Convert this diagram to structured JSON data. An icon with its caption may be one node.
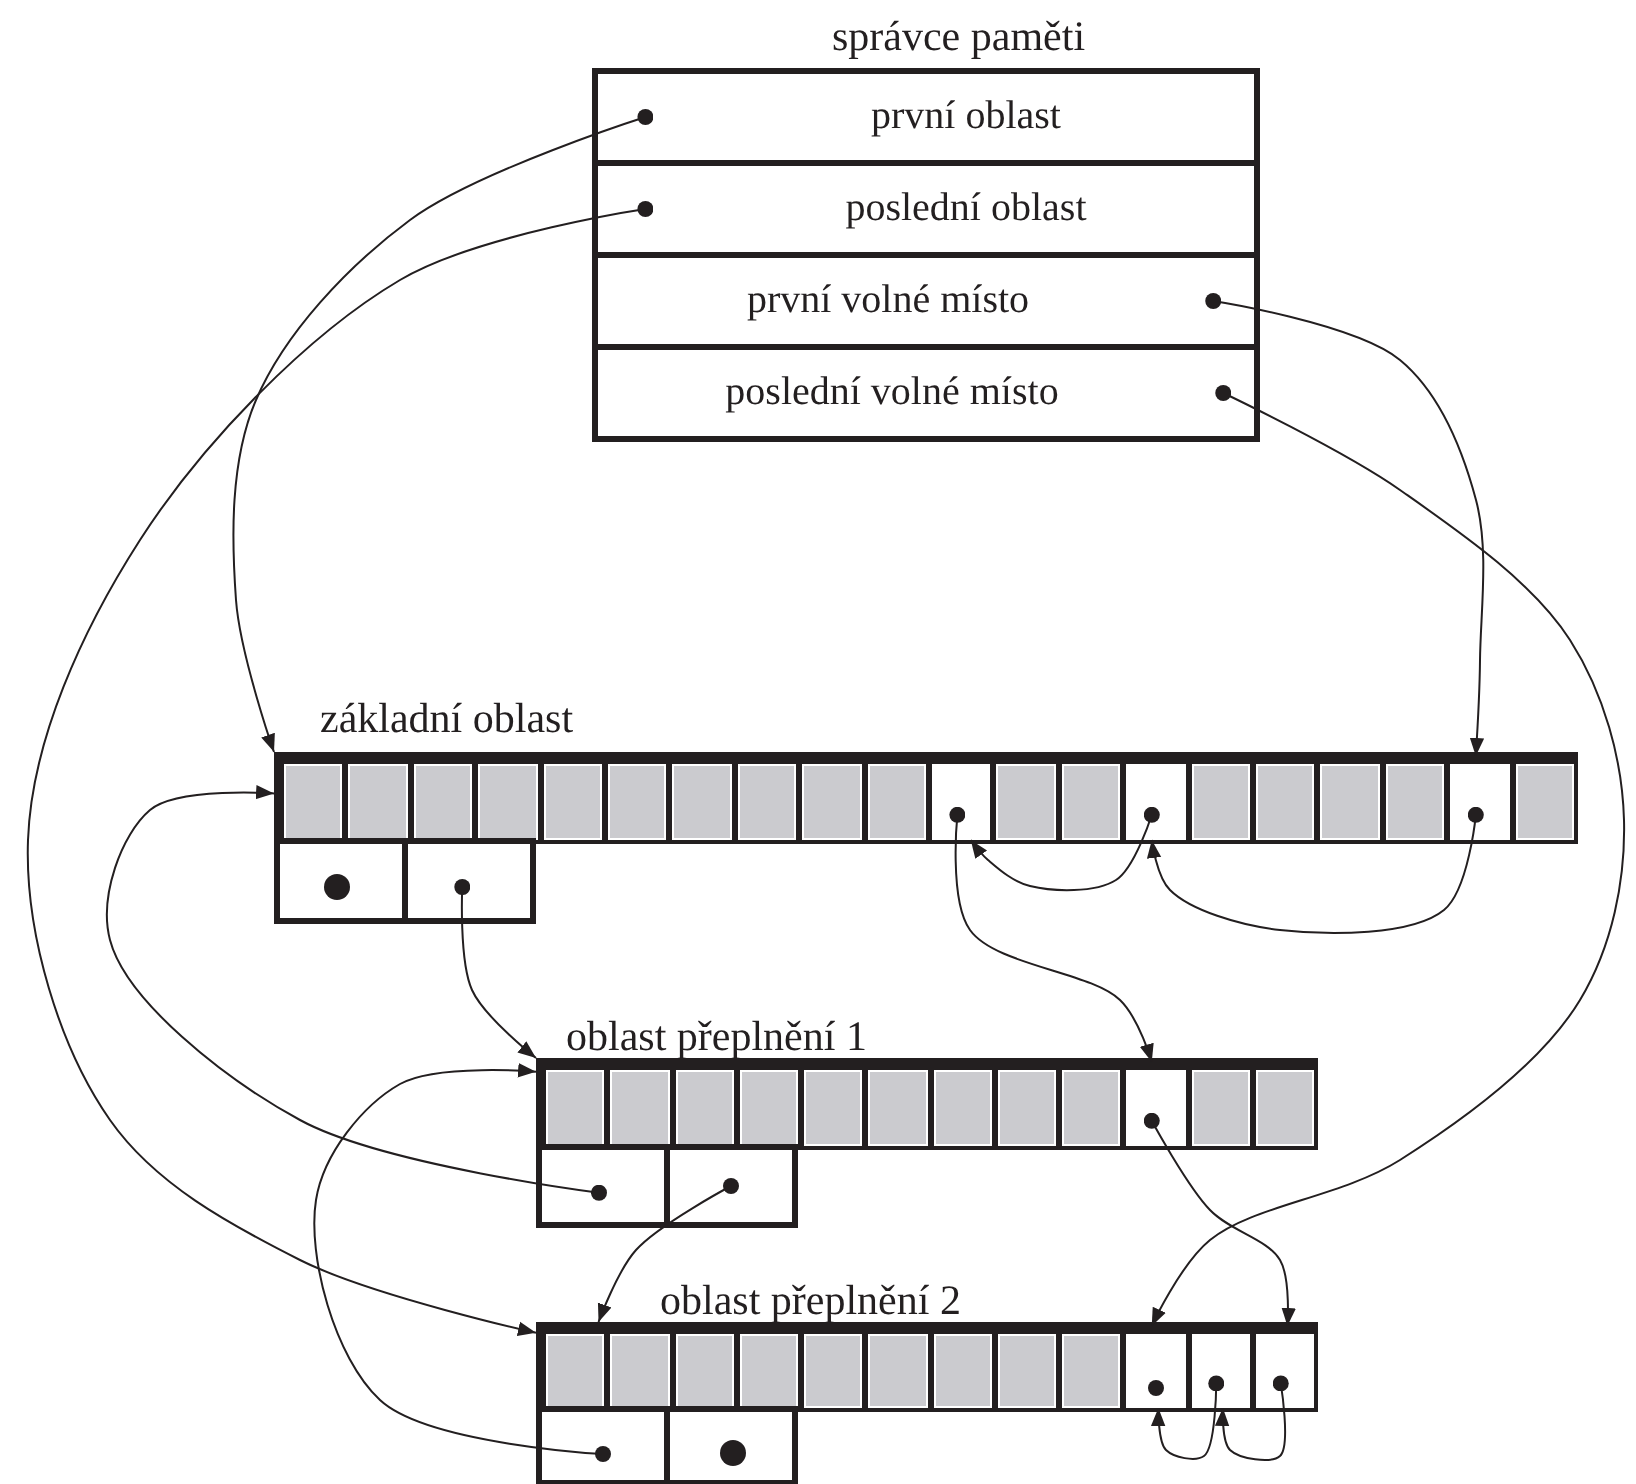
{
  "diagram": {
    "nodes": [
      {
        "text": [
          "správce paměti"
        ]
      },
      {
        "text": [
          "první oblast"
        ],
        "in": 0
      },
      {
        "text": [
          "poslední oblast"
        ],
        "in": 0
      },
      {
        "text": [
          "první volné místo"
        ],
        "in": 0
      },
      {
        "text": [
          "poslední volné místo"
        ],
        "in": 0
      },
      {
        "text": [
          "základní oblast"
        ]
      },
      {
        "text": [],
        "shape": "bar",
        "in": 5
      },
      {
        "text": [],
        "shape": "box",
        "in": 6
      },
      {
        "text": [],
        "shape": "box",
        "in": 6
      },
      {
        "text": [],
        "shape": "box",
        "in": 6
      },
      {
        "text": [],
        "shape": "box",
        "in": 6
      },
      {
        "text": [],
        "shape": "box",
        "in": 6
      },
      {
        "text": [],
        "shape": "box",
        "in": 6
      },
      {
        "text": [],
        "shape": "box",
        "in": 6
      },
      {
        "text": [],
        "shape": "box",
        "in": 6
      },
      {
        "text": [],
        "shape": "box",
        "in": 6
      },
      {
        "text": [],
        "shape": "box",
        "in": 6
      },
      {
        "text": [],
        "shape": "box",
        "in": 6
      },
      {
        "text": [],
        "shape": "box",
        "in": 6
      },
      {
        "text": [],
        "shape": "box",
        "in": 6
      },
      {
        "text": [],
        "shape": "box",
        "in": 6
      },
      {
        "text": [],
        "shape": "box",
        "in": 6
      },
      {
        "text": [],
        "shape": "box",
        "in": 6
      },
      {
        "text": [],
        "shape": "box",
        "in": 6
      },
      {
        "text": [],
        "shape": "box",
        "in": 6
      },
      {
        "text": [],
        "shape": "box",
        "in": 6
      },
      {
        "text": [],
        "shape": "box",
        "in": 6
      },
      {
        "text": [],
        "shape": "box",
        "in": 5
      },
      {
        "text": [],
        "shape": "box",
        "in": 5
      },
      {
        "text": [
          "oblast přeplnění 1"
        ]
      },
      {
        "text": [],
        "shape": "bar",
        "in": 29
      },
      {
        "text": [],
        "shape": "box",
        "in": 30
      },
      {
        "text": [],
        "shape": "box",
        "in": 30
      },
      {
        "text": [],
        "shape": "box",
        "in": 30
      },
      {
        "text": [],
        "shape": "box",
        "in": 30
      },
      {
        "text": [],
        "shape": "box",
        "in": 30
      },
      {
        "text": [],
        "shape": "box",
        "in": 30
      },
      {
        "text": [],
        "shape": "box",
        "in": 30
      },
      {
        "text": [],
        "shape": "box",
        "in": 30
      },
      {
        "text": [],
        "shape": "box",
        "in": 30
      },
      {
        "text": [],
        "shape": "box",
        "in": 30
      },
      {
        "text": [],
        "shape": "box",
        "in": 30
      },
      {
        "text": [],
        "shape": "box",
        "in": 30
      },
      {
        "text": [],
        "shape": "box",
        "in": 29
      },
      {
        "text": [],
        "shape": "box",
        "in": 29
      },
      {
        "text": [
          "oblast přeplnění 2"
        ]
      },
      {
        "text": [],
        "shape": "bar",
        "in": 45
      },
      {
        "text": [],
        "shape": "box",
        "in": 46
      },
      {
        "text": [],
        "shape": "box",
        "in": 46
      },
      {
        "text": [],
        "shape": "box",
        "in": 46
      },
      {
        "text": [],
        "shape": "box",
        "in": 46
      },
      {
        "text": [],
        "shape": "box",
        "in": 46
      },
      {
        "text": [],
        "shape": "box",
        "in": 46
      },
      {
        "text": [],
        "shape": "box",
        "in": 46
      },
      {
        "text": [],
        "shape": "box",
        "in": 46
      },
      {
        "text": [],
        "shape": "box",
        "in": 46
      },
      {
        "text": [],
        "shape": "box",
        "in": 46
      },
      {
        "text": [],
        "shape": "box",
        "in": 46
      },
      {
        "text": [],
        "shape": "box",
        "in": 46
      },
      {
        "text": [],
        "shape": "box",
        "in": 45
      },
      {
        "text": [],
        "shape": "box",
        "in": 45
      }
    ],
    "edges": [
      {
        "from": 1,
        "to": 6,
        "arrow": "to"
      },
      {
        "from": 2,
        "to": 46,
        "arrow": "to"
      },
      {
        "from": 3,
        "to": 25,
        "arrow": "to"
      },
      {
        "from": 4,
        "to": 56,
        "arrow": "to"
      },
      {
        "from": 28,
        "to": 30,
        "arrow": "to"
      },
      {
        "from": 43,
        "to": 6,
        "arrow": "to"
      },
      {
        "from": 44,
        "to": 46,
        "arrow": "to"
      },
      {
        "from": 59,
        "to": 30,
        "arrow": "to"
      },
      {
        "from": 25,
        "to": 20,
        "arrow": "to"
      },
      {
        "from": 20,
        "to": 17,
        "arrow": "to"
      },
      {
        "from": 17,
        "to": 40,
        "arrow": "to"
      },
      {
        "from": 40,
        "to": 58,
        "arrow": "to"
      },
      {
        "from": 58,
        "to": 57,
        "arrow": "to"
      },
      {
        "from": 57,
        "to": 56,
        "arrow": "to"
      }
    ]
  }
}
